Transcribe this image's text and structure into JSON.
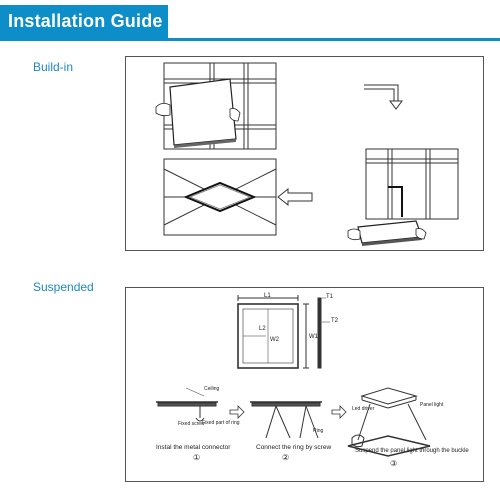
{
  "header": {
    "title": "Installation Guide"
  },
  "sections": {
    "build_in": {
      "label": "Build-in"
    },
    "suspended": {
      "label": "Suspended"
    }
  },
  "dimensions": {
    "l1": "L1",
    "l2": "L2",
    "w1": "W1",
    "w2": "W2",
    "t1": "T1",
    "t2": "T2"
  },
  "steps": [
    {
      "caption": "Instal the metal connector",
      "number": "①",
      "callouts": [
        "Ceiling",
        "Fixed screw",
        "Fixed part of ring"
      ]
    },
    {
      "caption": "Connect the ring by screw",
      "number": "②",
      "callouts": [
        "Ring"
      ]
    },
    {
      "caption": "Suspend the panel light through the buckle",
      "number": "③",
      "callouts": [
        "Led driver",
        "Panel light"
      ]
    }
  ],
  "colors": {
    "accent": "#0e8ec8",
    "section_label": "#1f86c6"
  }
}
